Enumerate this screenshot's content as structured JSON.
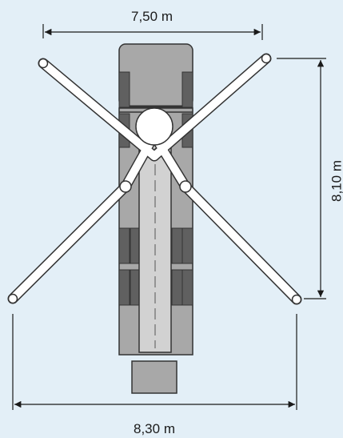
{
  "dimensions": {
    "top_width": "7,50 m",
    "side_length": "8,10 m",
    "bottom_width": "8,30 m"
  },
  "colors": {
    "background": "#e3eff7",
    "body_fill": "#a8a8a8",
    "body_stroke": "#333333",
    "pad_fill": "#606060",
    "boom_fill": "#d2d2d2",
    "outrigger_fill": "#ffffff",
    "line": "#1a1a1a"
  }
}
